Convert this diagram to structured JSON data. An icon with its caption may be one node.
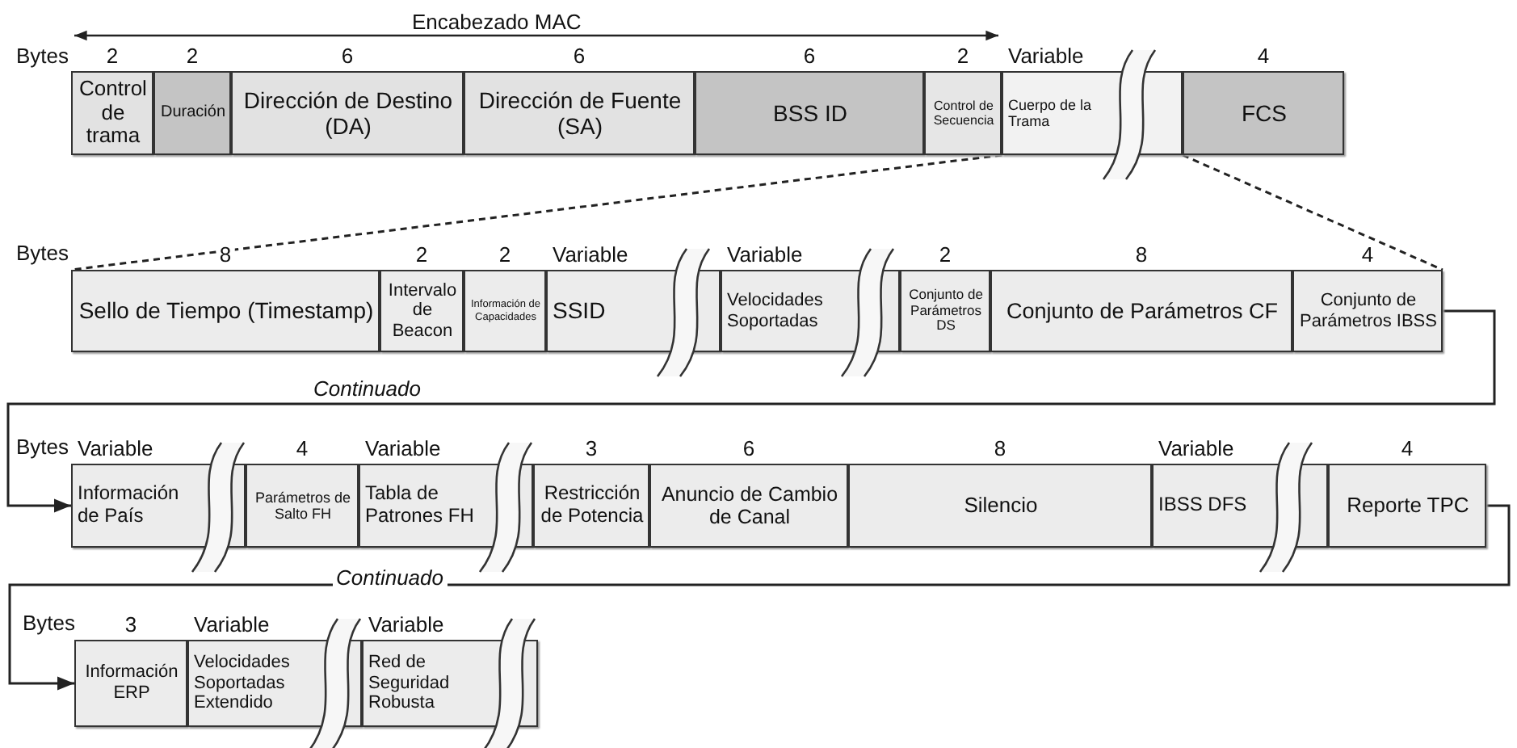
{
  "diagram": {
    "nodes": [
      {
        "text": [
          "Control de trama"
        ],
        "beside": [
          "2"
        ]
      },
      {
        "text": [
          "Duración"
        ],
        "beside": [
          "2"
        ]
      },
      {
        "text": [
          "Dirección de Destino (DA)"
        ],
        "beside": [
          "6"
        ]
      },
      {
        "text": [
          "Dirección de Fuente (SA)"
        ],
        "beside": [
          "6"
        ]
      },
      {
        "text": [
          "BSS ID"
        ],
        "beside": [
          "6"
        ]
      },
      {
        "text": [
          "Control de Secuencia"
        ],
        "beside": [
          "2"
        ]
      },
      {
        "text": [
          "Cuerpo de la Trama"
        ],
        "beside": [
          "Variable"
        ]
      },
      {
        "text": [
          "FCS"
        ],
        "beside": [
          "4"
        ]
      },
      {
        "text": [
          "Sello de Tiempo (Timestamp)"
        ],
        "beside": [
          "8"
        ]
      },
      {
        "text": [
          "Intervalo de Beacon"
        ],
        "beside": [
          "2"
        ]
      },
      {
        "text": [
          "Información de Capacidades"
        ],
        "beside": [
          "2"
        ]
      },
      {
        "text": [
          "SSID"
        ],
        "beside": [
          "Variable"
        ]
      },
      {
        "text": [
          "Velocidades Soportadas"
        ],
        "beside": [
          "Variable"
        ]
      },
      {
        "text": [
          "Conjunto de Parámetros DS"
        ],
        "beside": [
          "2"
        ]
      },
      {
        "text": [
          "Conjunto de Parámetros CF"
        ],
        "beside": [
          "8"
        ]
      },
      {
        "text": [
          "Conjunto de Parámetros IBSS"
        ],
        "beside": [
          "4"
        ]
      },
      {
        "text": [
          "Información de País"
        ],
        "beside": [
          "Variable"
        ]
      },
      {
        "text": [
          "Parámetros de Salto FH"
        ],
        "beside": [
          "4"
        ]
      },
      {
        "text": [
          "Tabla de Patrones FH"
        ],
        "beside": [
          "Variable"
        ]
      },
      {
        "text": [
          "Restricción de Potencia"
        ],
        "beside": [
          "3"
        ]
      },
      {
        "text": [
          "Anuncio de Cambio de Canal"
        ],
        "beside": [
          "6"
        ]
      },
      {
        "text": [
          "Silencio"
        ],
        "beside": [
          "8"
        ]
      },
      {
        "text": [
          "IBSS DFS"
        ],
        "beside": [
          "Variable"
        ]
      },
      {
        "text": [
          "Reporte TPC"
        ],
        "beside": [
          "4"
        ]
      },
      {
        "text": [
          "Información ERP"
        ],
        "beside": [
          "3"
        ]
      },
      {
        "text": [
          "Velocidades Soportadas Extendido"
        ],
        "beside": [
          "Variable"
        ]
      },
      {
        "text": [
          "Red de Seguridad Robusta"
        ],
        "beside": [
          "Variable"
        ]
      }
    ],
    "edges": [
      {
        "from": 6,
        "to": 8,
        "arrow": "none",
        "style": "dashed"
      },
      {
        "from": 6,
        "to": 15,
        "arrow": "none",
        "style": "dashed"
      },
      {
        "from": 15,
        "to": 16,
        "arrow": "to",
        "label": "Continuado"
      },
      {
        "from": 23,
        "to": 24,
        "arrow": "to",
        "label": "Continuado"
      }
    ],
    "labels": [
      "Encabezado MAC",
      "Bytes",
      "Bytes",
      "Bytes",
      "Bytes"
    ]
  }
}
